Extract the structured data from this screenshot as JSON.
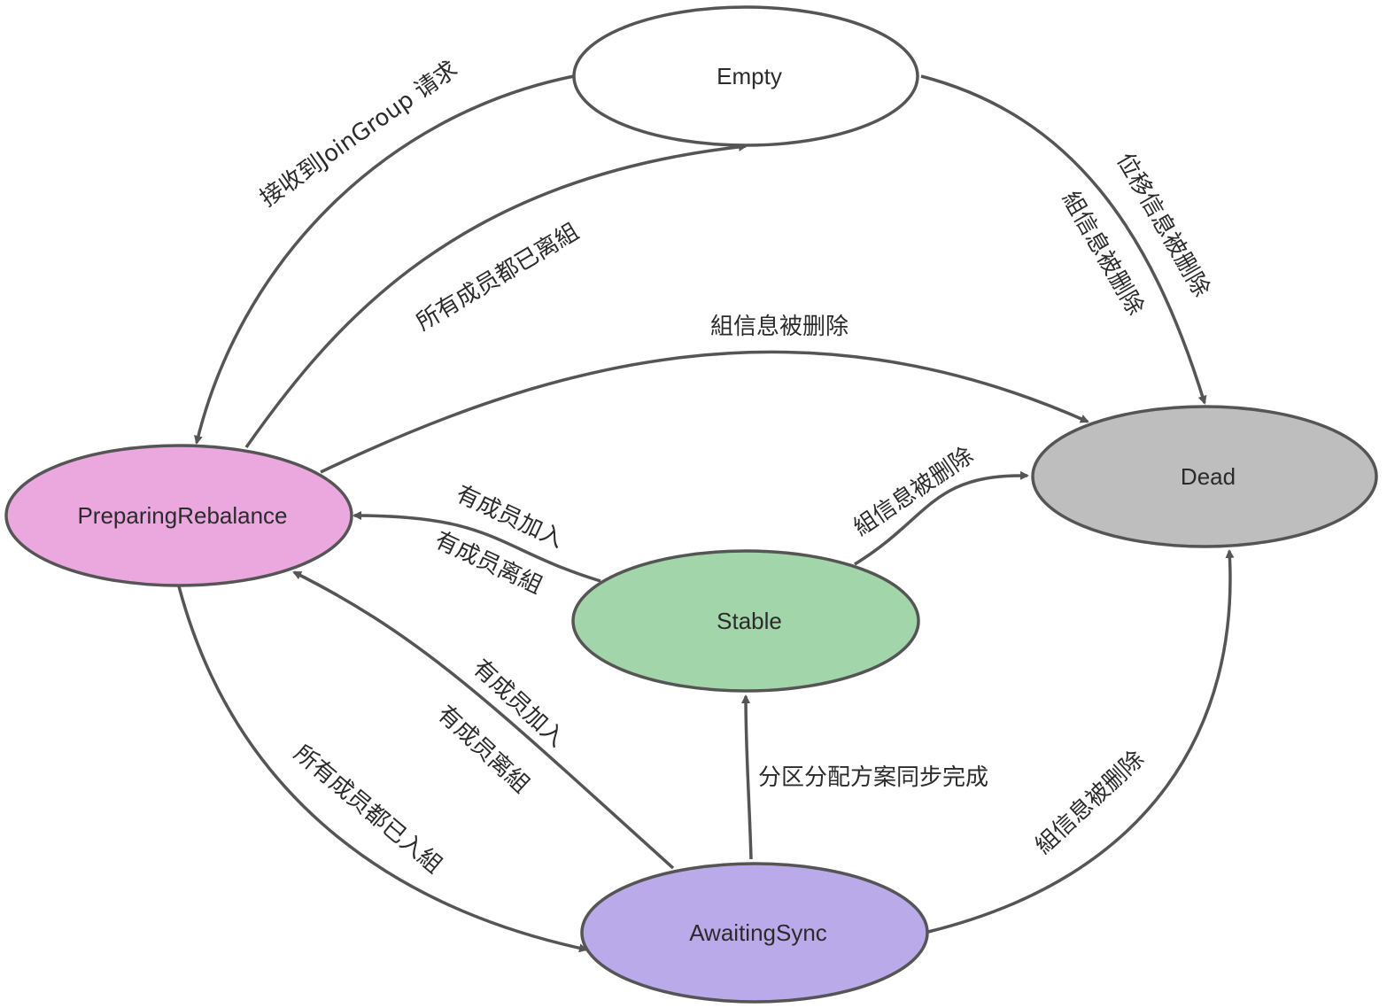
{
  "nodes": {
    "empty": {
      "label": "Empty",
      "color": "#ffffff"
    },
    "preparing_rebalance": {
      "label": "PreparingRebalance",
      "color": "#eaa8df"
    },
    "stable": {
      "label": "Stable",
      "color": "#a2d5a9"
    },
    "dead": {
      "label": "Dead",
      "color": "#bdbebd"
    },
    "awaiting_sync": {
      "label": "AwaitingSync",
      "color": "#bbaaea"
    }
  },
  "edges": {
    "empty_to_preparing": "接收到JoinGroup 请求",
    "preparing_to_empty": "所有成员都已离組",
    "empty_to_dead": "位移信息被删除",
    "empty_to_dead_group": "組信息被删除",
    "preparing_to_dead": "組信息被删除",
    "stable_to_preparing_join": "有成员加入",
    "stable_to_preparing_leave": "有成员离組",
    "stable_to_dead": "組信息被删除",
    "awaiting_to_preparing_join": "有成员加入",
    "awaiting_to_preparing_leave": "有成员离組",
    "preparing_to_awaiting": "所有成员都已入組",
    "awaiting_to_stable": "分区分配方案同步完成",
    "awaiting_to_dead": "組信息被删除"
  },
  "colors": {
    "edge": "#555555",
    "text": "#2b2b2b"
  }
}
